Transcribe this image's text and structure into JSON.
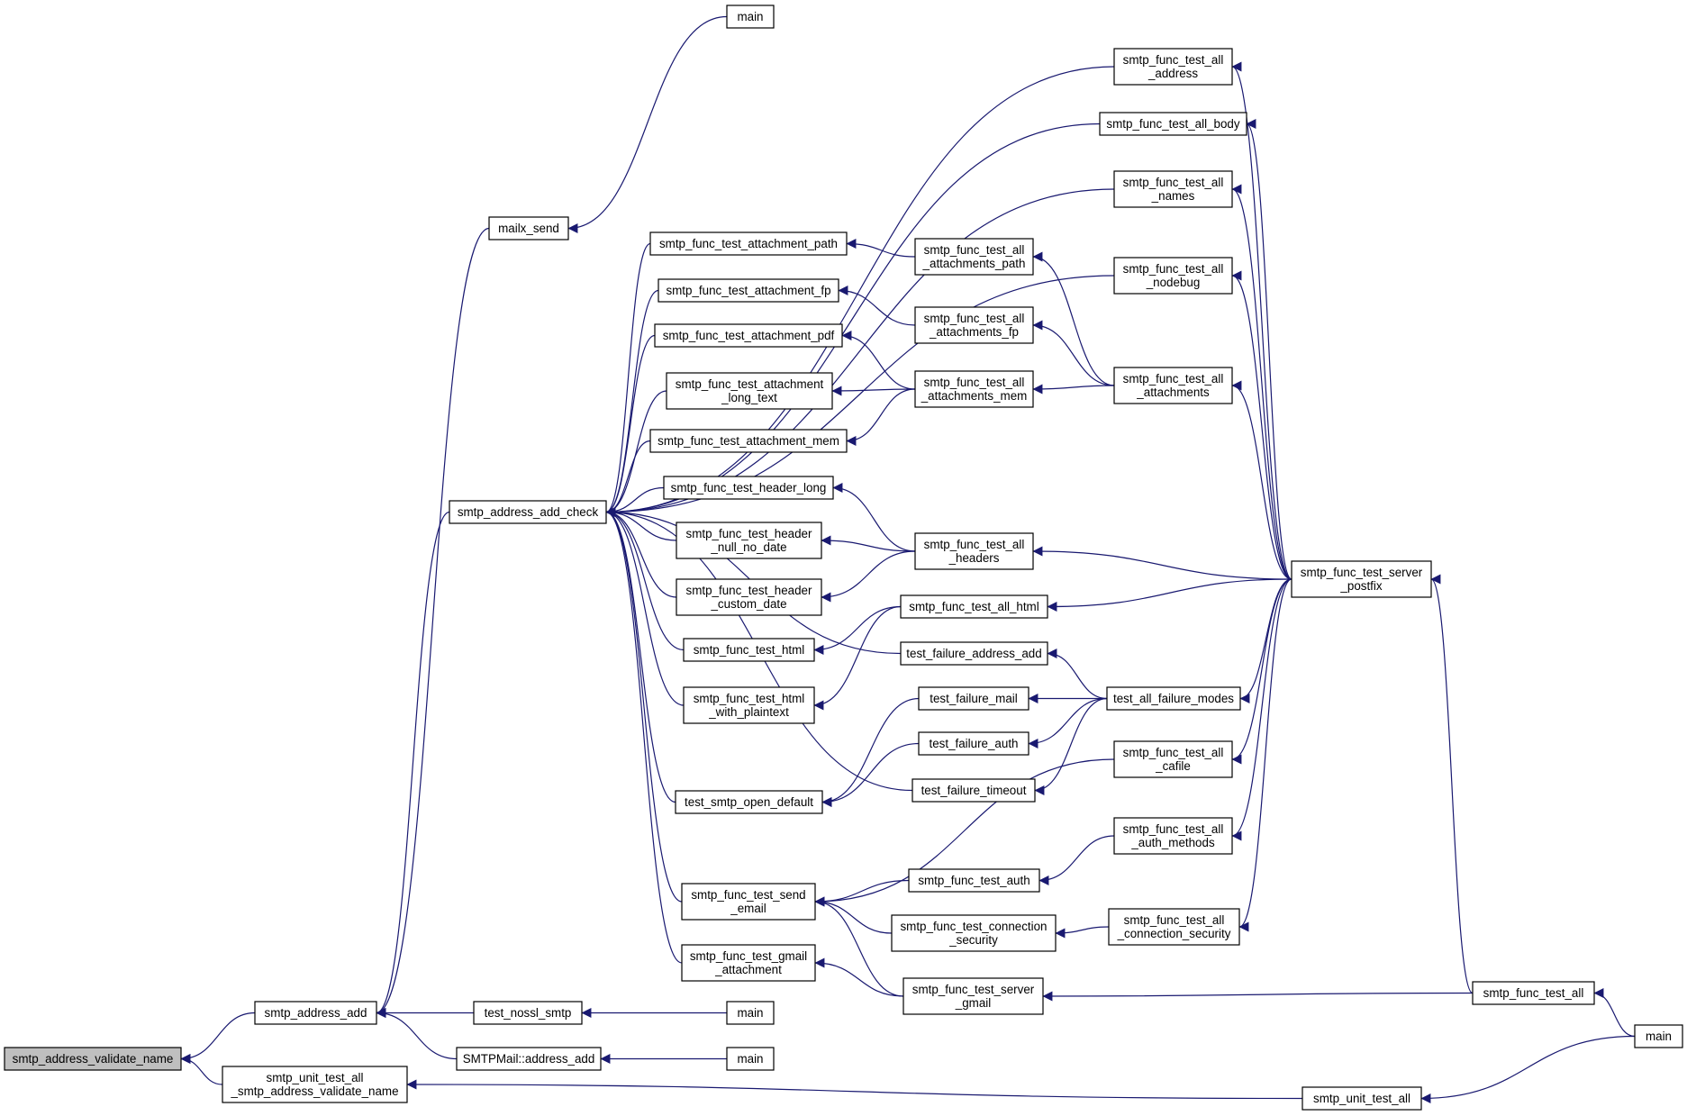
{
  "diagram": {
    "type": "doxygen-caller-graph",
    "edge_color": "#191970",
    "root_fill": "#bfbfbf",
    "nodes": {
      "validate_name": [
        "smtp_address_validate_name"
      ],
      "address_add": [
        "smtp_address_add"
      ],
      "unit_validate": [
        "smtp_unit_test_all",
        "_smtp_address_validate_name"
      ],
      "mailx_send": [
        "mailx_send"
      ],
      "main_top": [
        "main"
      ],
      "add_check": [
        "smtp_address_add_check"
      ],
      "nossl": [
        "test_nossl_smtp"
      ],
      "smtpmail_add": [
        "SMTPMail::address_add"
      ],
      "main_nossl": [
        "main"
      ],
      "main_smtpmail": [
        "main"
      ],
      "unit_test_all": [
        "smtp_unit_test_all"
      ],
      "att_path": [
        "smtp_func_test_attachment_path"
      ],
      "att_fp": [
        "smtp_func_test_attachment_fp"
      ],
      "att_pdf": [
        "smtp_func_test_attachment_pdf"
      ],
      "att_long": [
        "smtp_func_test_attachment",
        "_long_text"
      ],
      "att_mem": [
        "smtp_func_test_attachment_mem"
      ],
      "hdr_long": [
        "smtp_func_test_header_long"
      ],
      "hdr_null": [
        "smtp_func_test_header",
        "_null_no_date"
      ],
      "hdr_custom": [
        "smtp_func_test_header",
        "_custom_date"
      ],
      "html": [
        "smtp_func_test_html"
      ],
      "html_plain": [
        "smtp_func_test_html",
        "_with_plaintext"
      ],
      "open_default": [
        "test_smtp_open_default"
      ],
      "send_email": [
        "smtp_func_test_send",
        "_email"
      ],
      "gmail_att": [
        "smtp_func_test_gmail",
        "_attachment"
      ],
      "all_att_path": [
        "smtp_func_test_all",
        "_attachments_path"
      ],
      "all_att_fp": [
        "smtp_func_test_all",
        "_attachments_fp"
      ],
      "all_att_mem": [
        "smtp_func_test_all",
        "_attachments_mem"
      ],
      "all_headers": [
        "smtp_func_test_all",
        "_headers"
      ],
      "all_html": [
        "smtp_func_test_all_html"
      ],
      "fail_addr": [
        "test_failure_address_add"
      ],
      "fail_mail": [
        "test_failure_mail"
      ],
      "fail_auth": [
        "test_failure_auth"
      ],
      "fail_timeout": [
        "test_failure_timeout"
      ],
      "func_auth": [
        "smtp_func_test_auth"
      ],
      "conn_sec": [
        "smtp_func_test_connection",
        "_security"
      ],
      "server_gmail": [
        "smtp_func_test_server",
        "_gmail"
      ],
      "all_address": [
        "smtp_func_test_all",
        "_address"
      ],
      "all_body": [
        "smtp_func_test_all_body"
      ],
      "all_names": [
        "smtp_func_test_all",
        "_names"
      ],
      "all_nodebug": [
        "smtp_func_test_all",
        "_nodebug"
      ],
      "all_attachments": [
        "smtp_func_test_all",
        "_attachments"
      ],
      "all_fail_modes": [
        "test_all_failure_modes"
      ],
      "all_cafile": [
        "smtp_func_test_all",
        "_cafile"
      ],
      "all_auth_methods": [
        "smtp_func_test_all",
        "_auth_methods"
      ],
      "all_conn_sec": [
        "smtp_func_test_all",
        "_connection_security"
      ],
      "server_postfix": [
        "smtp_func_test_server",
        "_postfix"
      ],
      "func_all": [
        "smtp_func_test_all"
      ],
      "main_final": [
        "main"
      ]
    },
    "edges": [
      [
        "validate_name",
        "address_add"
      ],
      [
        "validate_name",
        "unit_validate"
      ],
      [
        "address_add",
        "mailx_send"
      ],
      [
        "address_add",
        "add_check"
      ],
      [
        "address_add",
        "nossl"
      ],
      [
        "address_add",
        "smtpmail_add"
      ],
      [
        "mailx_send",
        "main_top"
      ],
      [
        "nossl",
        "main_nossl"
      ],
      [
        "smtpmail_add",
        "main_smtpmail"
      ],
      [
        "unit_validate",
        "unit_test_all"
      ],
      [
        "unit_test_all",
        "main_final"
      ],
      [
        "func_all",
        "main_final"
      ],
      [
        "server_postfix",
        "func_all"
      ],
      [
        "server_gmail",
        "func_all"
      ],
      [
        "add_check",
        "all_address"
      ],
      [
        "add_check",
        "all_body"
      ],
      [
        "add_check",
        "all_names"
      ],
      [
        "add_check",
        "all_nodebug"
      ],
      [
        "add_check",
        "att_path"
      ],
      [
        "add_check",
        "att_fp"
      ],
      [
        "add_check",
        "att_pdf"
      ],
      [
        "add_check",
        "att_long"
      ],
      [
        "add_check",
        "att_mem"
      ],
      [
        "add_check",
        "hdr_long"
      ],
      [
        "add_check",
        "hdr_null"
      ],
      [
        "add_check",
        "hdr_custom"
      ],
      [
        "add_check",
        "html"
      ],
      [
        "add_check",
        "html_plain"
      ],
      [
        "add_check",
        "fail_addr"
      ],
      [
        "add_check",
        "open_default"
      ],
      [
        "add_check",
        "fail_timeout"
      ],
      [
        "add_check",
        "send_email"
      ],
      [
        "add_check",
        "gmail_att"
      ],
      [
        "att_path",
        "all_att_path"
      ],
      [
        "att_fp",
        "all_att_fp"
      ],
      [
        "att_pdf",
        "all_att_mem"
      ],
      [
        "att_long",
        "all_att_mem"
      ],
      [
        "att_mem",
        "all_att_mem"
      ],
      [
        "hdr_long",
        "all_headers"
      ],
      [
        "hdr_null",
        "all_headers"
      ],
      [
        "hdr_custom",
        "all_headers"
      ],
      [
        "html",
        "all_html"
      ],
      [
        "html_plain",
        "all_html"
      ],
      [
        "open_default",
        "fail_mail"
      ],
      [
        "open_default",
        "fail_auth"
      ],
      [
        "send_email",
        "all_cafile"
      ],
      [
        "send_email",
        "func_auth"
      ],
      [
        "send_email",
        "conn_sec"
      ],
      [
        "send_email",
        "server_gmail"
      ],
      [
        "gmail_att",
        "server_gmail"
      ],
      [
        "all_att_path",
        "all_attachments"
      ],
      [
        "all_att_fp",
        "all_attachments"
      ],
      [
        "all_att_mem",
        "all_attachments"
      ],
      [
        "all_headers",
        "server_postfix"
      ],
      [
        "all_html",
        "server_postfix"
      ],
      [
        "fail_addr",
        "all_fail_modes"
      ],
      [
        "fail_mail",
        "all_fail_modes"
      ],
      [
        "fail_auth",
        "all_fail_modes"
      ],
      [
        "fail_timeout",
        "all_fail_modes"
      ],
      [
        "func_auth",
        "all_auth_methods"
      ],
      [
        "conn_sec",
        "all_conn_sec"
      ],
      [
        "all_address",
        "server_postfix"
      ],
      [
        "all_body",
        "server_postfix"
      ],
      [
        "all_names",
        "server_postfix"
      ],
      [
        "all_nodebug",
        "server_postfix"
      ],
      [
        "all_attachments",
        "server_postfix"
      ],
      [
        "all_fail_modes",
        "server_postfix"
      ],
      [
        "all_cafile",
        "server_postfix"
      ],
      [
        "all_auth_methods",
        "server_postfix"
      ],
      [
        "all_conn_sec",
        "server_postfix"
      ]
    ]
  }
}
